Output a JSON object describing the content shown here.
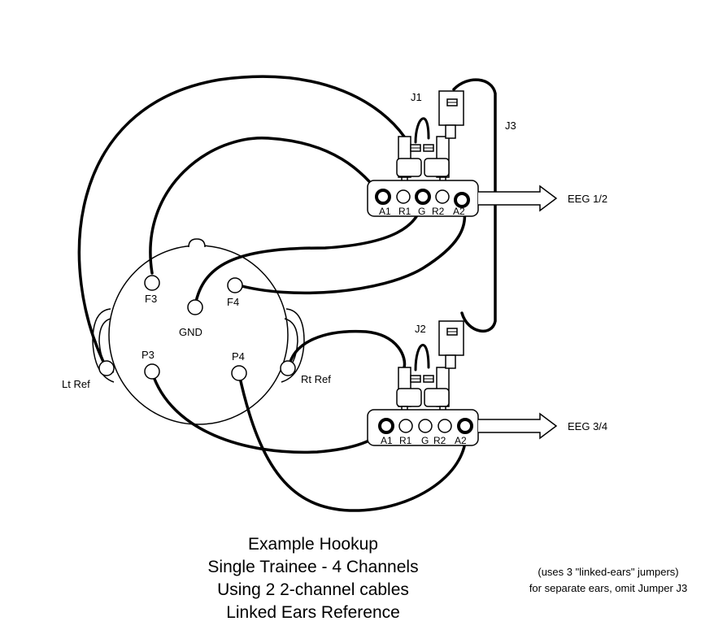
{
  "head": {
    "electrodes": [
      {
        "id": "f3",
        "label": "F3"
      },
      {
        "id": "f4",
        "label": "F4"
      },
      {
        "id": "gnd",
        "label": "GND"
      },
      {
        "id": "p3",
        "label": "P3"
      },
      {
        "id": "p4",
        "label": "P4"
      }
    ],
    "left_ref": "Lt Ref",
    "right_ref": "Rt Ref"
  },
  "jumpers": {
    "j1": "J1",
    "j2": "J2",
    "j3": "J3"
  },
  "connector_1": {
    "pins": [
      "A1",
      "R1",
      "G",
      "R2",
      "A2"
    ],
    "output": "EEG 1/2"
  },
  "connector_2": {
    "pins": [
      "A1",
      "R1",
      "G",
      "R2",
      "A2"
    ],
    "output": "EEG 3/4"
  },
  "caption": {
    "line1": "Example Hookup",
    "line2": "Single Trainee - 4 Channels",
    "line3": "Using 2 2-channel cables",
    "line4": "Linked Ears Reference"
  },
  "note": {
    "line1": "(uses 3 \"linked-ears\" jumpers)",
    "line2": "for separate ears, omit Jumper J3"
  }
}
